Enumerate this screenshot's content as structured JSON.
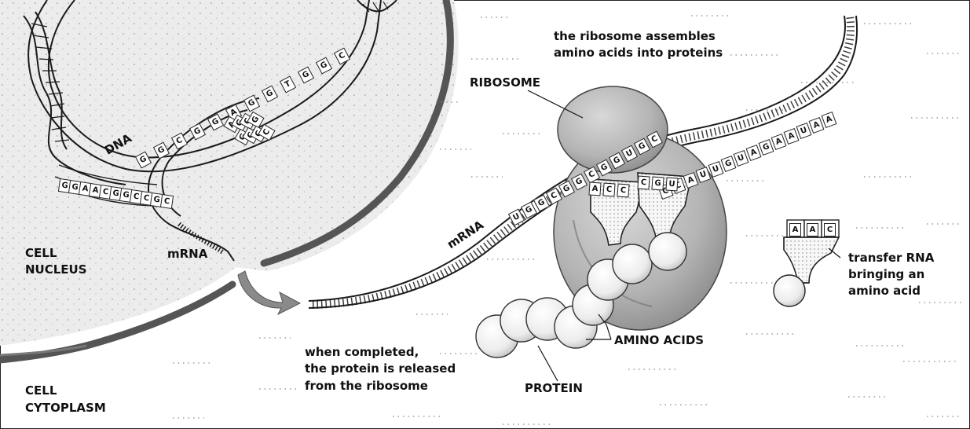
{
  "labels": {
    "dna": "DNA",
    "mrna_nucleus": "mRNA",
    "mrna_strand": "mRNA",
    "cell_nucleus_line1": "CELL",
    "cell_nucleus_line2": "NUCLEUS",
    "cell_cytoplasm_line1": "CELL",
    "cell_cytoplasm_line2": "CYTOPLASM",
    "ribosome": "RIBOSOME",
    "amino_acids": "AMINO ACIDS",
    "protein": "PROTEIN"
  },
  "captions": {
    "ribosome_line1": "the ribosome assembles",
    "ribosome_line2": "amino acids into proteins",
    "trna_line1": "transfer RNA",
    "trna_line2": "bringing an",
    "trna_line3": "amino acid",
    "release_line1": "when completed,",
    "release_line2": "the protein is released",
    "release_line3": "from the ribosome"
  },
  "bases": {
    "dna_upper": [
      "G",
      "G",
      "C",
      "G",
      "G",
      "A",
      "G",
      "G",
      "T",
      "G",
      "G",
      "C"
    ],
    "dna_lower": [
      "G",
      "G",
      "A",
      "A",
      "C",
      "G",
      "G",
      "C",
      "C",
      "G",
      "C"
    ],
    "transcription_pair_top": [
      "A",
      "G",
      "C",
      "G"
    ],
    "transcription_pair_bottom": [
      "G",
      "C",
      "C",
      "C"
    ],
    "mrna_codons_upper": [
      "C",
      "C",
      "A",
      "U",
      "U",
      "G",
      "U",
      "A",
      "G",
      "A",
      "A",
      "U",
      "A",
      "A"
    ],
    "mrna_codons_left": [
      "U",
      "G",
      "G",
      "C",
      "G",
      "G",
      "C",
      "G",
      "G",
      "U",
      "G",
      "C"
    ],
    "trna_anticodon_1": [
      "A",
      "C",
      "C"
    ],
    "trna_anticodon_2": [
      "C",
      "G",
      "U"
    ],
    "trna_free": [
      "A",
      "A",
      "C"
    ]
  },
  "colors": {
    "ink": "#1a1a1a",
    "nucleus_fill": "#ededed",
    "ribosome_fill": "#bdbdbd",
    "ribosome_shadow": "#8f8f8f",
    "arrow": "#8a8a8a",
    "bead_fill": "#f2f2f2",
    "bead_shade": "#c9c9c9"
  }
}
